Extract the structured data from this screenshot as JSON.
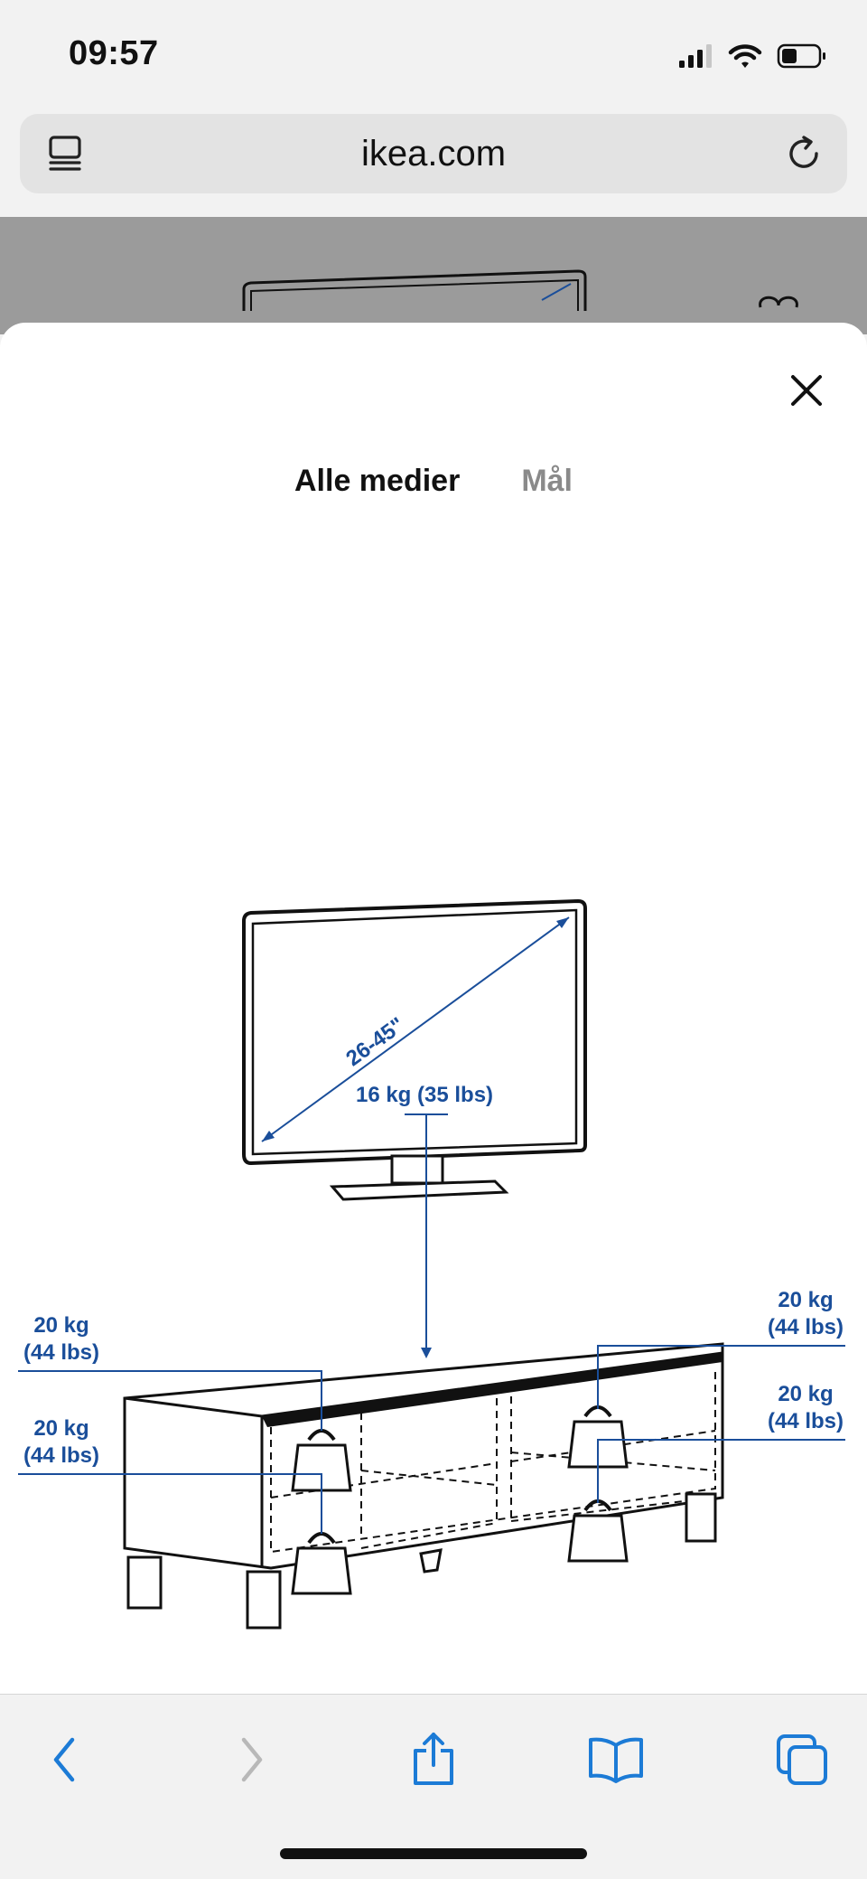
{
  "status_bar": {
    "time": "09:57"
  },
  "browser": {
    "url": "ikea.com"
  },
  "modal": {
    "tabs": [
      {
        "label": "Alle medier",
        "active": true
      },
      {
        "label": "Mål",
        "active": false
      }
    ]
  },
  "illustration": {
    "tv_size": "26-45\"",
    "tv_load": "16 kg (35 lbs)",
    "loads": [
      {
        "kg": "20 kg",
        "lbs": "(44 lbs)"
      },
      {
        "kg": "20 kg",
        "lbs": "(44 lbs)"
      },
      {
        "kg": "20 kg",
        "lbs": "(44 lbs)"
      },
      {
        "kg": "20 kg",
        "lbs": "(44 lbs)"
      }
    ],
    "accent_color": "#1a4e9a"
  },
  "icons": {
    "tabs": "tabs-icon",
    "reload": "reload-icon",
    "close": "close-icon",
    "back": "back-icon",
    "forward": "forward-icon",
    "share": "share-icon",
    "bookmarks": "bookmarks-icon",
    "tab_overview": "tab-overview-icon"
  },
  "colors": {
    "ios_blue": "#1c7bd6",
    "disabled": "#b8b8b8"
  }
}
